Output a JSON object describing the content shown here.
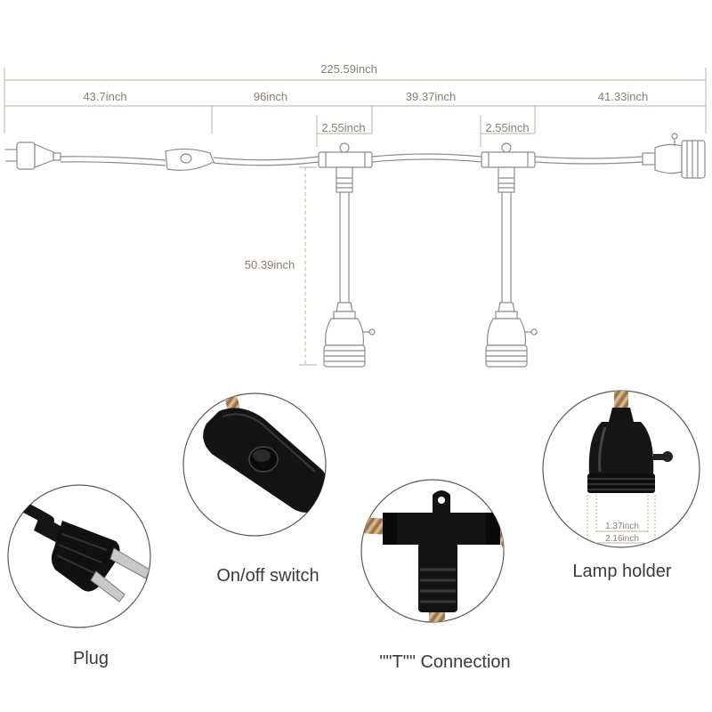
{
  "dimensions": {
    "total": "225.59inch",
    "seg1": "43.7inch",
    "seg2": "96inch",
    "seg3": "39.37inch",
    "seg4": "41.33inch",
    "tee1_width": "2.55inch",
    "tee2_width": "2.55inch",
    "drop_length": "50.39inch",
    "holder_inner": "1.37inch",
    "holder_outer": "2.16inch"
  },
  "captions": {
    "plug": "Plug",
    "switch": "On/off switch",
    "tee": "\"\"T\"\" Connection",
    "holder": "Lamp holder"
  },
  "colors": {
    "dimension_line": "#b9b2a6",
    "outline": "#8c8c8c",
    "rope": "#b08a5b",
    "black_part": "#151515"
  }
}
